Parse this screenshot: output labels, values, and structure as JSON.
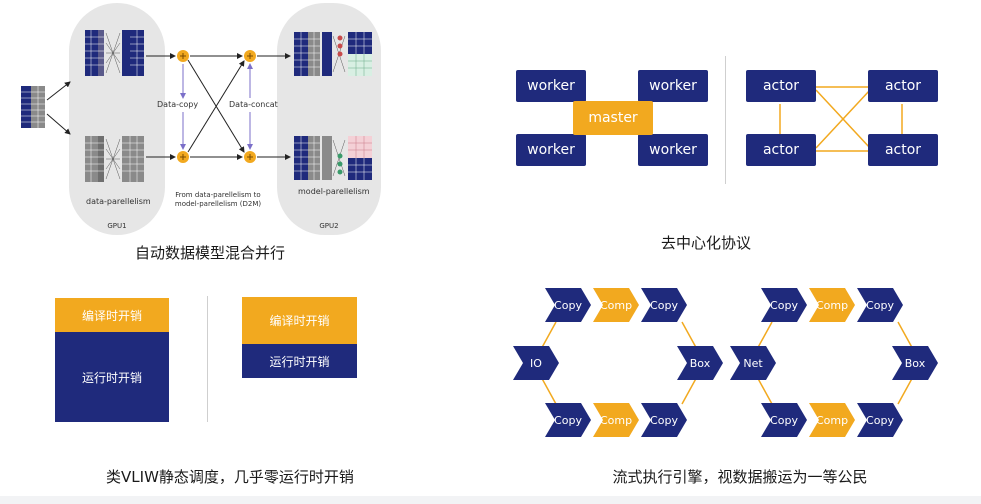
{
  "quadrant1": {
    "caption": "自动数据模型混合并行",
    "gpu1_label": "GPU1",
    "gpu2_label": "GPU2",
    "data_parallel_label": "data-parellelism",
    "model_parallel_label": "model-parellelism",
    "data_copy_label": "Data-copy",
    "data_concat_label": "Data-concat",
    "d2m_line1": "From data-parellelism to",
    "d2m_line2": "model-parellelism (D2M)"
  },
  "quadrant2": {
    "caption": "去中心化协议",
    "workers": [
      "worker",
      "worker",
      "worker",
      "worker"
    ],
    "master": "master",
    "actors": [
      "actor",
      "actor",
      "actor",
      "actor"
    ]
  },
  "quadrant3": {
    "caption": "类VLIW静态调度，几乎零运行时开销",
    "left_compile": "编译时开销",
    "left_runtime": "运行时开销",
    "right_compile": "编译时开销",
    "right_runtime": "运行时开销"
  },
  "quadrant4": {
    "caption": "流式执行引擎，视数据搬运为一等公民",
    "copy": "Copy",
    "comp": "Comp",
    "io": "IO",
    "box": "Box",
    "net": "Net"
  },
  "colors": {
    "navy": "#1f2a7c",
    "gold": "#f2a91f",
    "gpu_bg": "#e6e6e6",
    "connector": "#f2a91f"
  }
}
